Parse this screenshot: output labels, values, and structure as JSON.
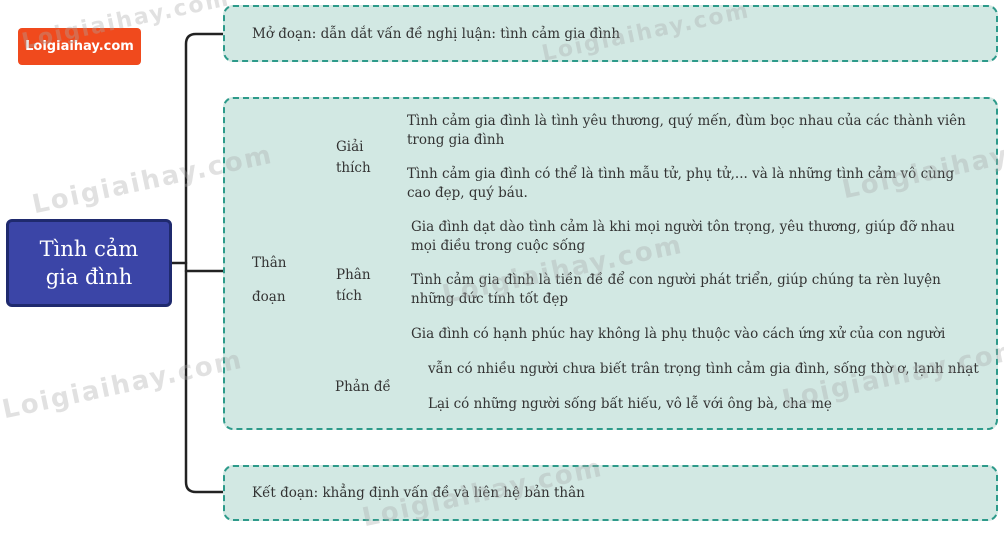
{
  "logo": "Loigiaihay.com",
  "root": "Tình cảm\ngia đình",
  "mo_doan": "Mở đoạn: dẫn dắt vấn đề nghị luận: tình cảm gia đình",
  "than_doan": {
    "label": "Thân\nđoạn",
    "giai_thich": {
      "label": "Giải\nthích",
      "items": [
        "Tình cảm gia đình là tình yêu thương, quý mến, đùm bọc nhau của các thành viên trong gia đình",
        "Tình cảm gia đình có thể là tình mẫu tử, phụ tử,... và là những tình cảm vô cùng cao đẹp, quý báu."
      ]
    },
    "phan_tich": {
      "label": "Phân\ntích",
      "items": [
        "Gia đình dạt dào tình cảm là khi mọi người tôn trọng, yêu thương, giúp đỡ nhau mọi điều trong cuộc sống",
        "Tình cảm gia đình là tiền đề để con người phát triển, giúp chúng ta rèn luyện những đức tính tốt đẹp",
        "Gia đình có hạnh phúc hay không là phụ thuộc vào cách ứng xử của con người"
      ]
    },
    "phan_de": {
      "label": "Phản đề",
      "items": [
        "vẫn có nhiều người chưa biết trân trọng tình cảm gia đình, sống thờ ơ, lạnh nhạt",
        "Lại có những người sống bất hiếu, vô lễ với ông bà, cha mẹ"
      ]
    }
  },
  "ket_doan": "Kết đoạn: khẳng định vấn đề và liên hệ bản thân",
  "watermark": "Loigiaihay.com",
  "colors": {
    "root_fill": "#3b45a7",
    "box_fill": "#d2e8e3",
    "box_border": "#2d9a8a",
    "logo_fill": "#f04a1d"
  }
}
